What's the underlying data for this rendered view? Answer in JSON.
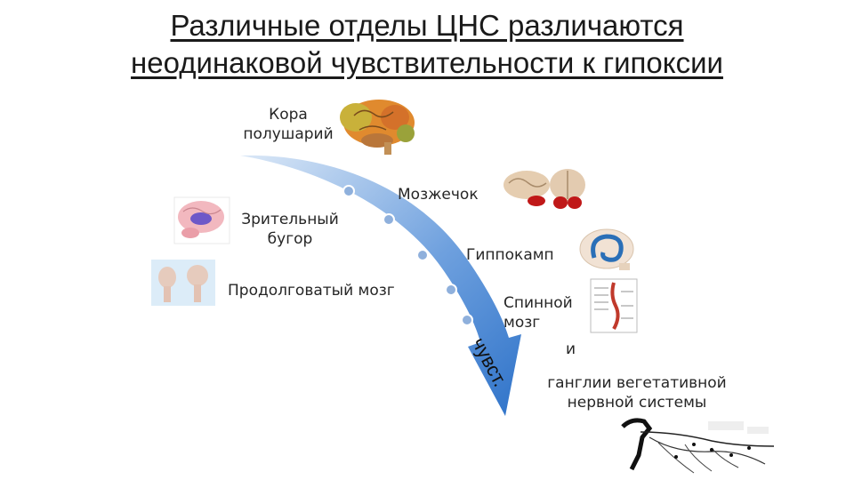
{
  "title": {
    "line1": "Различные отделы ЦНС различаются",
    "line2": "неодинаковой чувствительности к гипоксии"
  },
  "labels": {
    "cortex_1": "Кора",
    "cortex_2": "полушарий",
    "cerebellum": "Мозжечок",
    "thalamus_1": "Зрительный",
    "thalamus_2": "бугор",
    "hippocampus": "Гиппокамп",
    "medulla": "Продолговатый мозг",
    "spinal_1": "Спинной",
    "spinal_2": "мозг",
    "and": "и",
    "ganglia_1": "ганглии вегетативной",
    "ganglia_2": "нервной системы"
  },
  "arrow": {
    "label": "чувст."
  },
  "colors": {
    "arrow_light": "#dbe8f7",
    "arrow_dark": "#2f73c9",
    "node": "#8fb0dc"
  }
}
